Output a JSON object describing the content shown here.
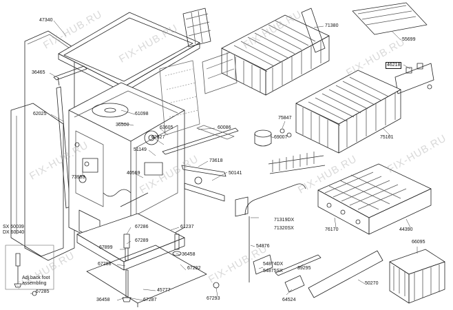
{
  "watermark": "FIX-HUB.RU",
  "colors": {
    "line": "#222222",
    "accent": "#444444",
    "watermark": "#aaaaaa"
  },
  "parts": {
    "p47340": "47340",
    "p36465": "36465",
    "p62025": "62025",
    "p61098": "61098",
    "p36500": "36500",
    "p63605": "63605",
    "p62827": "62827",
    "p51149": "51149",
    "p60086": "60086",
    "p73618": "73618",
    "p73953": "73953",
    "p40569": "40569",
    "p50141": "50141",
    "p61237": "61237",
    "p67286": "67286",
    "p67289": "67289",
    "p67899": "67899",
    "p67288": "67288",
    "p36458a": "36458",
    "p67292": "67292",
    "p45777": "45777",
    "p67287": "67287",
    "p36458b": "36458",
    "p67293": "67293",
    "p67285": "67285",
    "p60039": "SX 60039",
    "p60040": "DX 60040",
    "adj1": "Adj.back foot",
    "adj2": "assembling",
    "p75847": "75847",
    "p69007": "69007",
    "p71380": "71380",
    "p55699": "55699",
    "p46218": "46218",
    "p75161": "75161",
    "p44390": "44390",
    "p76170": "76170",
    "p71319": "71319DX",
    "p71320": "71320SX",
    "p54876": "54876",
    "p54874": "54874DX",
    "p54875": "54875SX",
    "p39295": "39295",
    "p50270": "50270",
    "p64524": "64524",
    "p66095": "66095"
  }
}
